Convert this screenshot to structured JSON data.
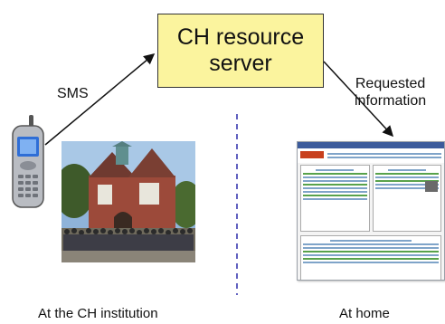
{
  "server": {
    "label": "CH resource\nserver",
    "fill": "#fbf49e"
  },
  "labels": {
    "sms": "SMS",
    "requested": "Requested\ninformation"
  },
  "captions": {
    "left": "At the CH institution",
    "right": "At home"
  },
  "divider": {
    "color": "#3a3ab0",
    "style": "dashed"
  },
  "icons": {
    "phone": "mobile-phone-icon",
    "photo": "building-group-photo",
    "webpage": "website-screenshot"
  }
}
